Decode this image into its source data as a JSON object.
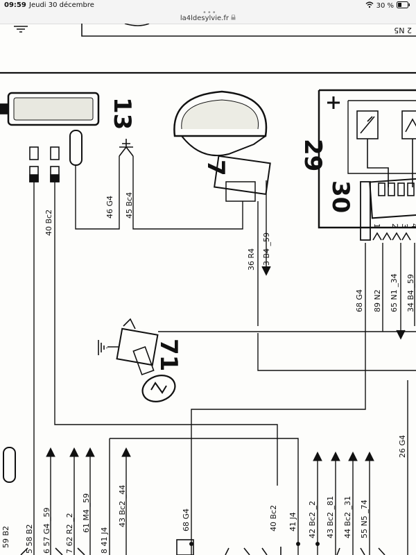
{
  "status_bar": {
    "time": "09:59",
    "date": "Jeudi 30 décembre",
    "battery": "30 %"
  },
  "browser": {
    "url": "la4ldesylvie.fr"
  },
  "diagram": {
    "component_numbers": [
      "13",
      "7",
      "29",
      "30",
      "71"
    ],
    "wires_top_left": [
      "46 G4",
      "45 Bc4",
      "40 Bc2"
    ],
    "wires_center": [
      "36 R4",
      "33 B4 _59"
    ],
    "wires_right": [
      "68 G4",
      "89 N2",
      "65 N1 _34",
      "34 B4 _59"
    ],
    "relay_pins": [
      "1",
      "2",
      "3",
      "4"
    ],
    "wire_far_right": "26 G4",
    "top_right_mark": "2 N5",
    "bottom_left_wires": [
      "59 B2",
      "5 58 B2",
      "6 57 G4 _59",
      "7 62 R2 _2",
      "61 M4 _59",
      "8 41 J4",
      "43 Bc2 _44"
    ],
    "bottom_right_wires": [
      "68 G4",
      "40 Bc2",
      "41 J4",
      "42 Bc2 _2",
      "43 Bc2 _81",
      "44 Bc2 _31",
      "55 N5 _74"
    ]
  }
}
